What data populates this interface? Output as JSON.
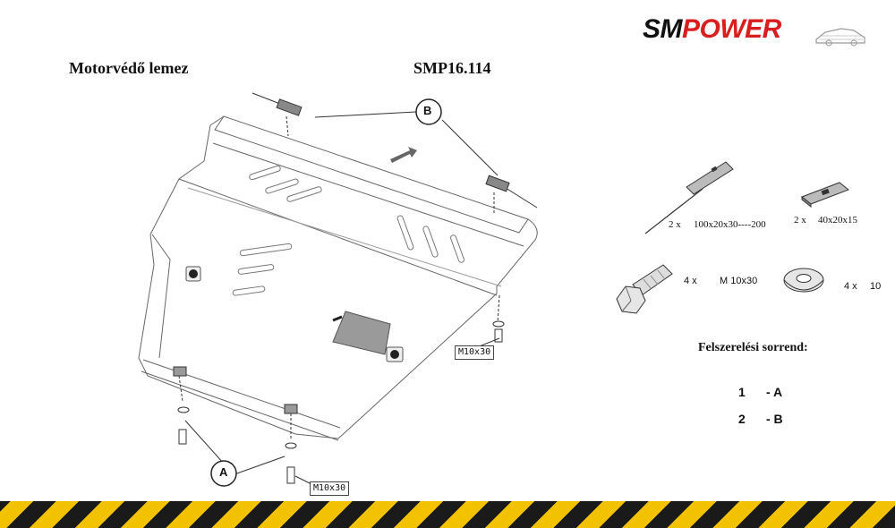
{
  "brand": {
    "part1": "SM",
    "part2": "POWER"
  },
  "header": {
    "product_name": "Motorvédő lemez",
    "product_code": "SMP16.114"
  },
  "callouts": {
    "a": "A",
    "b": "B"
  },
  "bolt_labels": {
    "right": "M10x30",
    "bottom": "M10x30"
  },
  "parts": {
    "long_plate": {
      "qty": "2 x",
      "size": "100x20x30----200"
    },
    "small_plate": {
      "qty": "2 x",
      "size": "40x20x15"
    },
    "bolt": {
      "qty": "4 x",
      "size": "M 10x30"
    },
    "washer": {
      "qty": "4 x",
      "size": "10"
    }
  },
  "sequence": {
    "label": "Felszerelési sorrend:",
    "steps": [
      {
        "num": "1",
        "ref": "- A"
      },
      {
        "num": "2",
        "ref": "- B"
      }
    ]
  },
  "colors": {
    "brand_red": "#d81e1e",
    "hazard_yellow": "#f2c200",
    "hazard_black": "#1a1a1a"
  }
}
